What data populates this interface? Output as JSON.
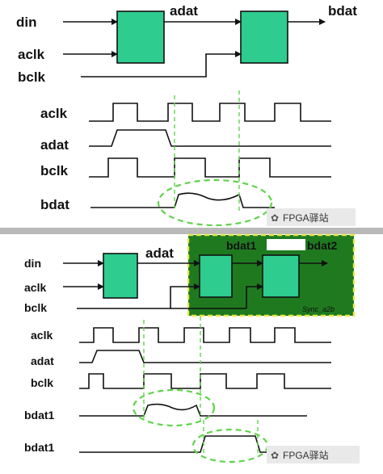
{
  "top": {
    "labels": {
      "din": "din",
      "aclk": "aclk",
      "bclk": "bclk",
      "adat": "adat",
      "bdat": "bdat"
    },
    "waves": {
      "aclk": "aclk",
      "adat": "adat",
      "bclk": "bclk",
      "bdat": "bdat"
    },
    "watermark": "FPGA驿站"
  },
  "bottom": {
    "labels": {
      "din": "din",
      "aclk": "aclk",
      "bclk": "bclk",
      "adat": "adat",
      "bdat1": "bdat1",
      "bdat2": "bdat2",
      "sync": "Sync_a2b"
    },
    "waves": {
      "aclk": "aclk",
      "adat": "adat",
      "bclk": "bclk",
      "bdat1_a": "bdat1",
      "bdat1_b": "bdat1"
    },
    "watermark": "FPGA驿站"
  },
  "colors": {
    "register": "#2ecc8f",
    "sync_panel": "#1f7a1f",
    "sync_border": "#e8e84a",
    "highlight": "#5fd44a",
    "divider": "#b9b9b9"
  }
}
